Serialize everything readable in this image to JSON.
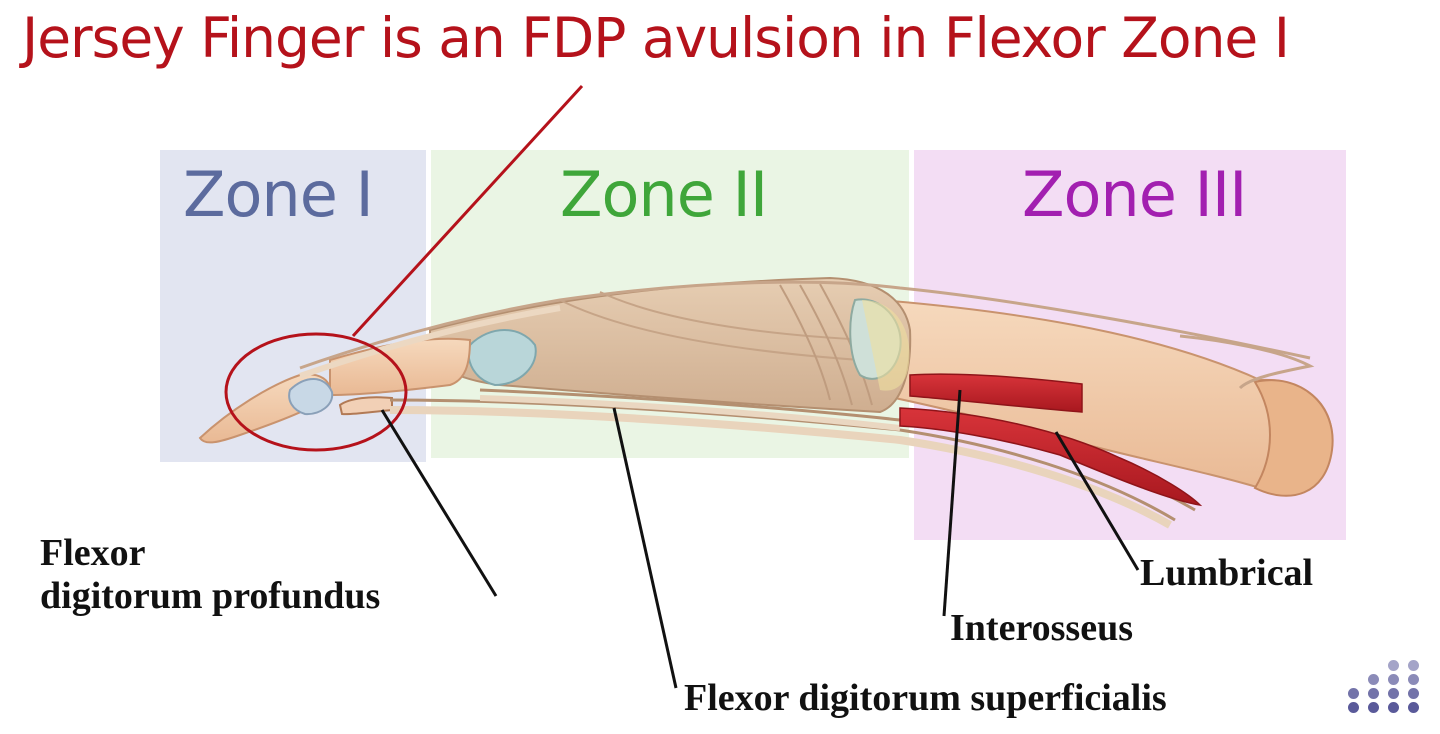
{
  "title": {
    "text": "Jersey Finger is an FDP avulsion in Flexor Zone I",
    "color": "#b5121b"
  },
  "zones": [
    {
      "label": "Zone I",
      "text_color": "#5c6b9e",
      "fill": "#e2e5f1"
    },
    {
      "label": "Zone II",
      "text_color": "#3fa63a",
      "fill": "#eaf5e4"
    },
    {
      "label": "Zone III",
      "text_color": "#a21fb0",
      "fill": "#f3ddf4"
    }
  ],
  "labels": {
    "fdp_line1": "Flexor",
    "fdp_line2": "digitorum profundus",
    "fds": "Flexor digitorum superficialis",
    "interosseus": "Interosseus",
    "lumbrical": "Lumbrical"
  },
  "colors": {
    "highlight_ring": "#b5121b",
    "tendon": "#d9bfa3",
    "bone": "#f0c9a8",
    "muscle": "#c7262d",
    "logo": "#5a5a9a"
  }
}
